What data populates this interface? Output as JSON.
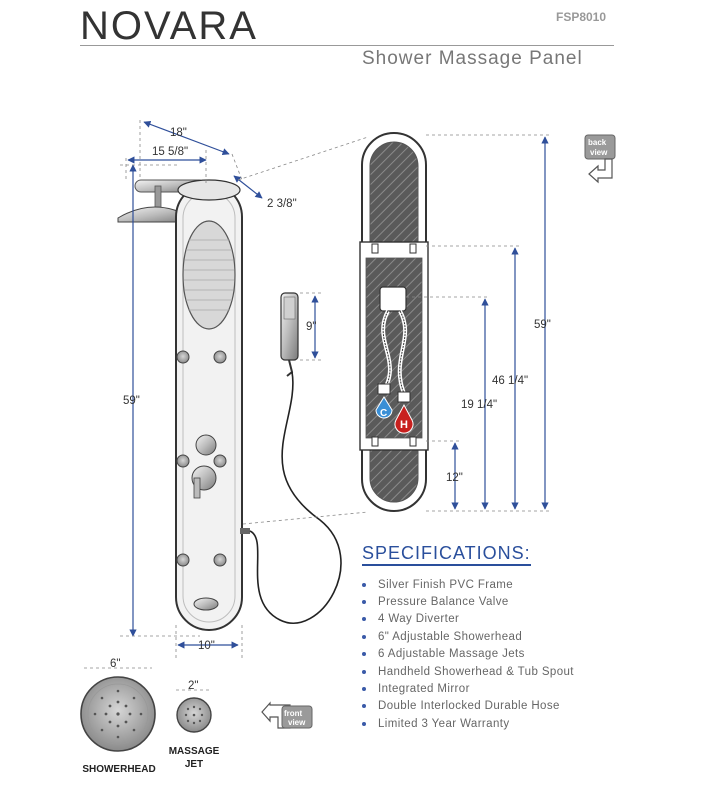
{
  "header": {
    "brand": "NOVARA",
    "model": "FSP8010",
    "subtitle": "Shower Massage Panel"
  },
  "dimensions": {
    "top_width": "18\"",
    "inner_width": "15 5/8\"",
    "depth": "2 3/8\"",
    "height_front": "59\"",
    "handheld_length": "9\"",
    "bottom_width": "10\"",
    "height_back": "59\"",
    "upper_bracket": "46 1/4\"",
    "water_inlet": "19 1/4\"",
    "lower_bracket": "12\"",
    "showerhead_diameter": "6\"",
    "jet_diameter": "2\""
  },
  "badges": {
    "back_view_line1": "back",
    "back_view_line2": "view",
    "front_view_line1": "front",
    "front_view_line2": "view",
    "cold_letter": "C",
    "hot_letter": "H"
  },
  "labels": {
    "showerhead": "SHOWERHEAD",
    "massage_line1": "MASSAGE",
    "massage_line2": "JET"
  },
  "specifications": {
    "title": "SPECIFICATIONS:",
    "items": [
      "Silver Finish PVC Frame",
      "Pressure Balance Valve",
      "4 Way Diverter",
      "6\" Adjustable Showerhead",
      "6 Adjustable Massage Jets",
      "Handheld Showerhead & Tub Spout",
      "Integrated Mirror",
      "Double Interlocked Durable Hose",
      "Limited 3 Year Warranty"
    ]
  },
  "colors": {
    "dimension_blue": "#2f4f9a",
    "spec_title_blue": "#2a4f9c",
    "hot_red": "#c8201e",
    "cold_blue": "#3a8fd6"
  }
}
